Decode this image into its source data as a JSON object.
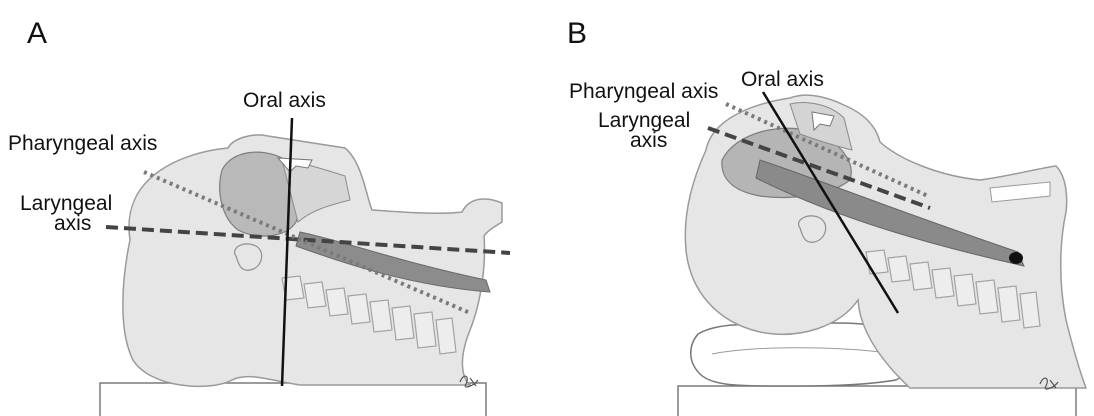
{
  "panels": [
    {
      "letter": "A",
      "oral_label": "Oral axis",
      "pharyngeal_label": "Pharyngeal axis",
      "laryngeal_label_line1": "Laryngeal",
      "laryngeal_label_line2": "axis"
    },
    {
      "letter": "B",
      "oral_label": "Oral axis",
      "pharyngeal_label": "Pharyngeal axis",
      "laryngeal_label_line1": "Laryngeal",
      "laryngeal_label_line2": "axis"
    }
  ],
  "colors": {
    "skin": "#e6e6e6",
    "outline": "#9a9a9a",
    "airway_dark": "#8c8c8c",
    "axis_line": "#111111",
    "pharyngeal_dots": "#7a7a7a",
    "laryngeal_dashes": "#444444",
    "support": "#ffffff"
  }
}
